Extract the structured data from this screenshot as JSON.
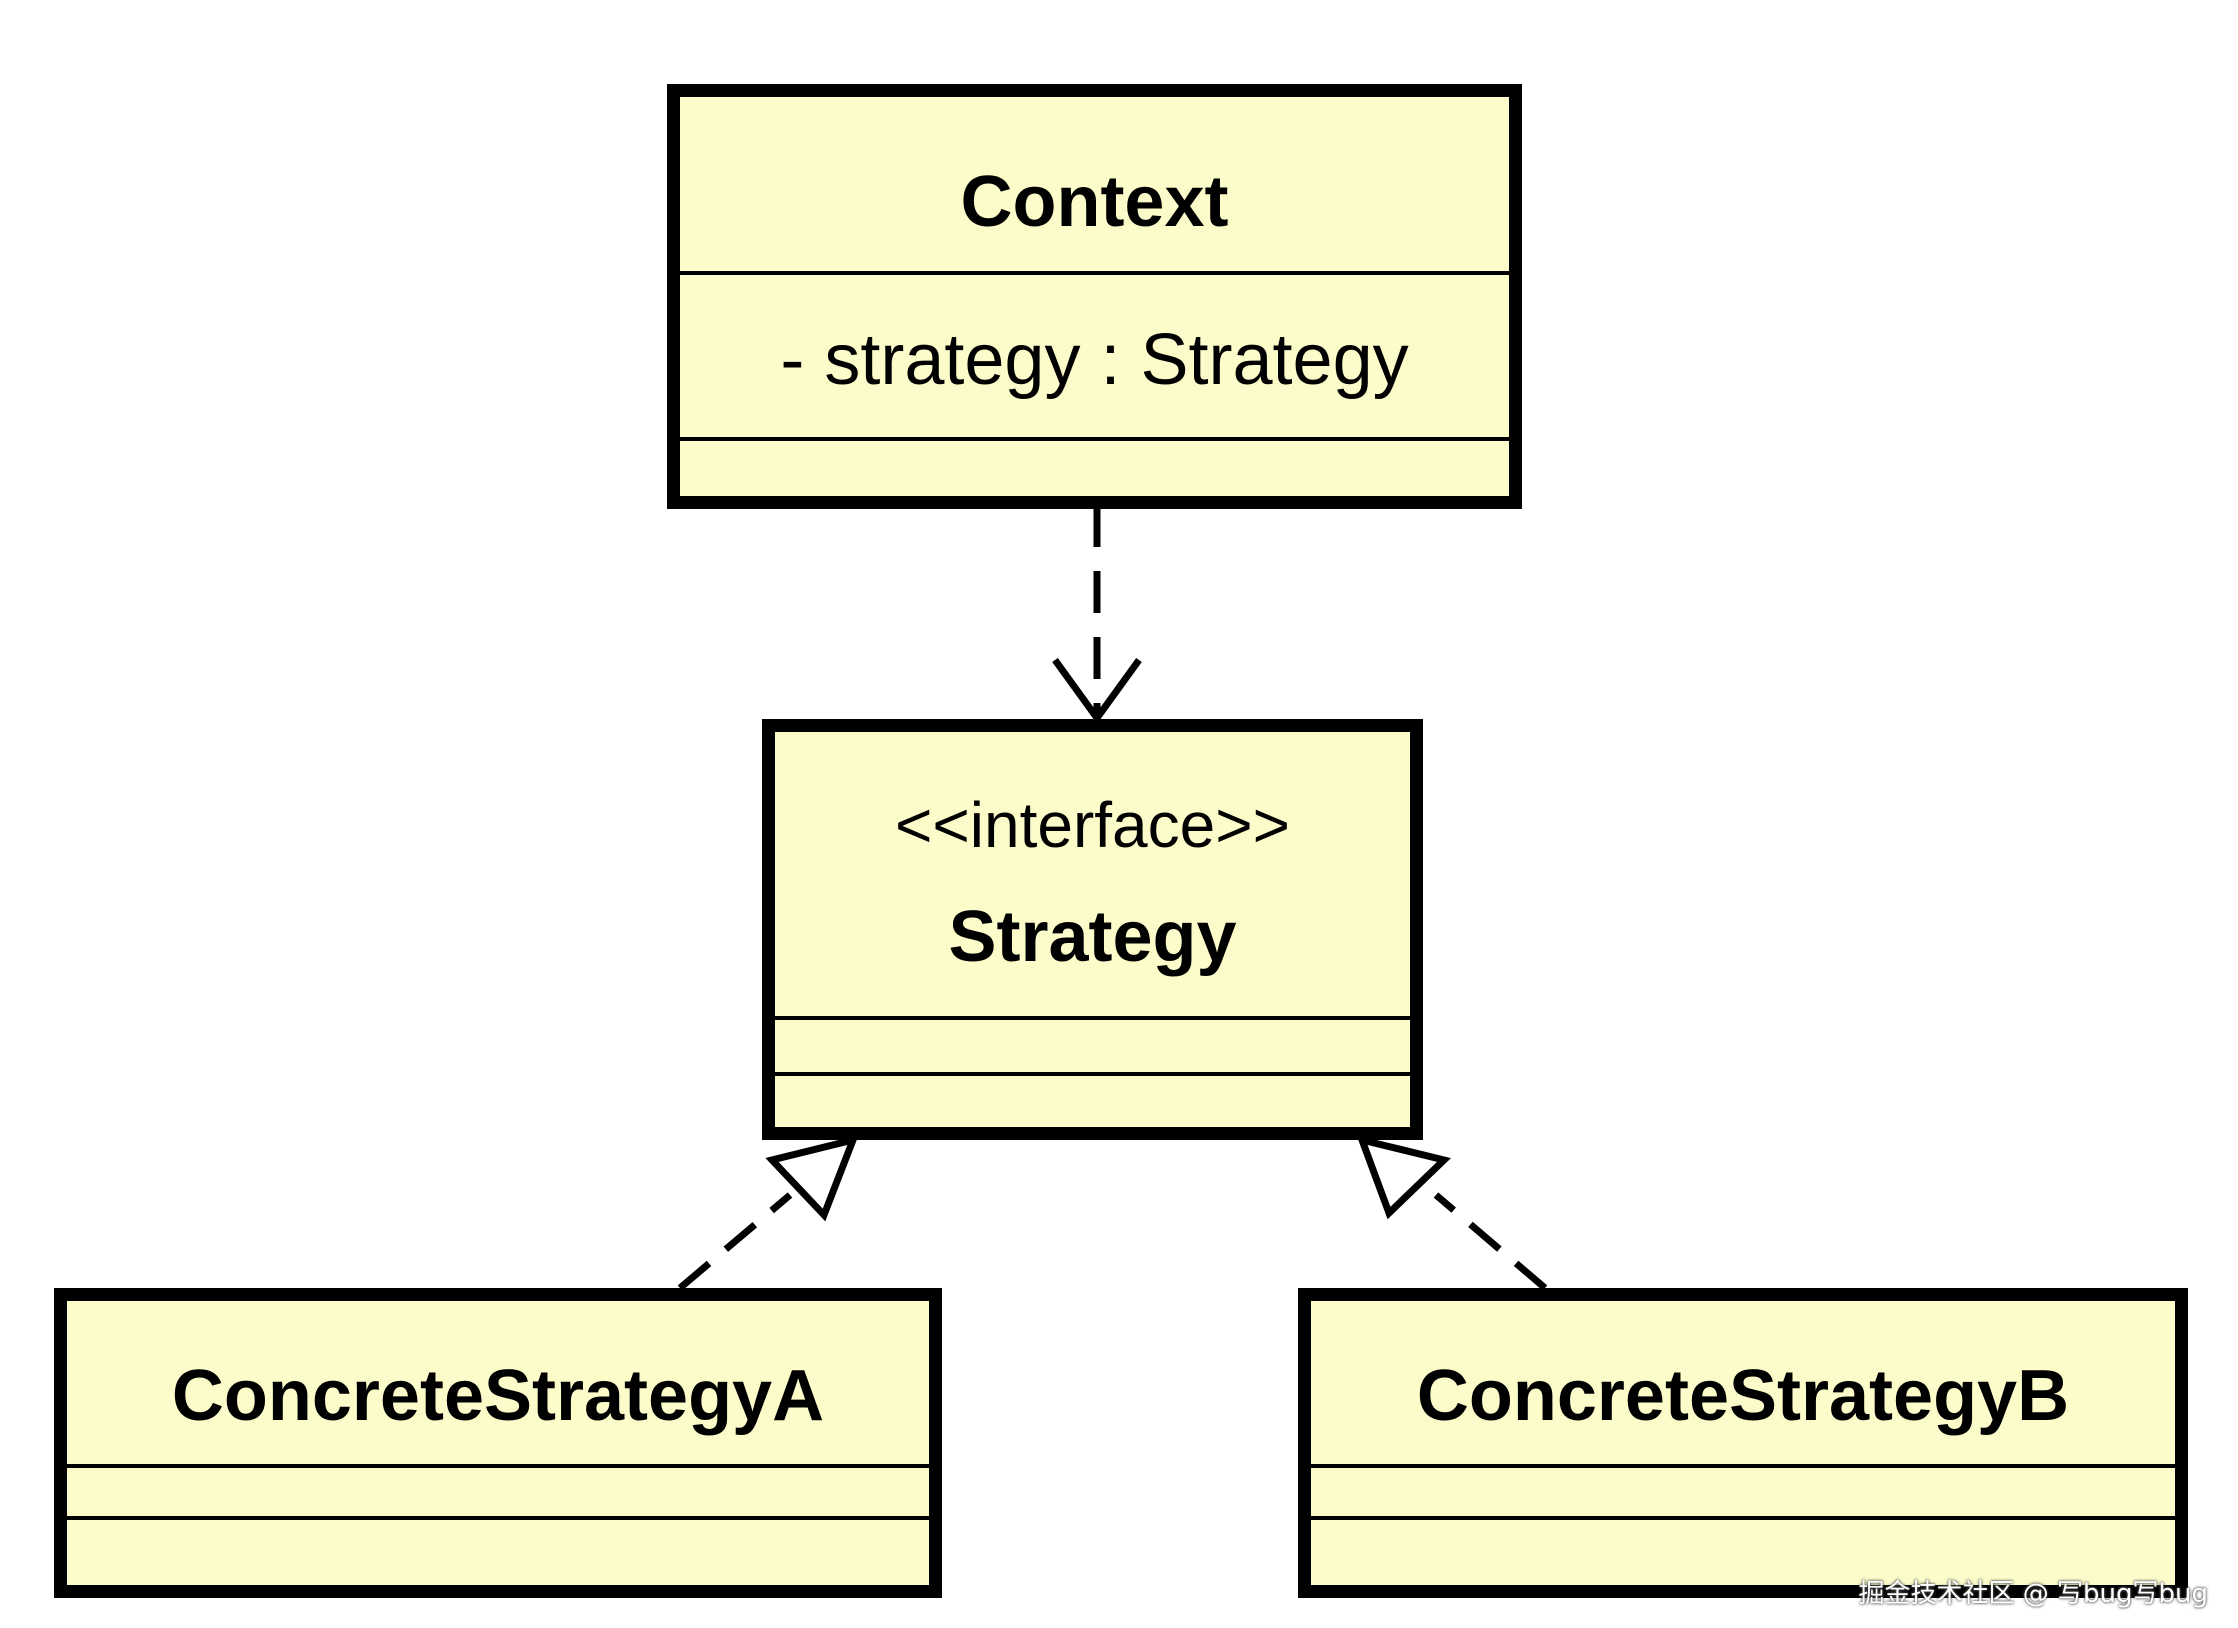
{
  "colors": {
    "class_fill": "#fcfccb",
    "border": "#000000",
    "background": "#ffffff"
  },
  "classes": {
    "context": {
      "name": "Context",
      "attributes": [
        "- strategy : Strategy"
      ]
    },
    "strategy": {
      "stereotype": "<<interface>>",
      "name": "Strategy"
    },
    "concrete_a": {
      "name": "ConcreteStrategyA"
    },
    "concrete_b": {
      "name": "ConcreteStrategyB"
    }
  },
  "relations": [
    {
      "from": "Context",
      "to": "Strategy",
      "type": "dependency"
    },
    {
      "from": "ConcreteStrategyA",
      "to": "Strategy",
      "type": "realization"
    },
    {
      "from": "ConcreteStrategyB",
      "to": "Strategy",
      "type": "realization"
    }
  ],
  "watermark": "掘金技术社区 @ 写bug写bug"
}
